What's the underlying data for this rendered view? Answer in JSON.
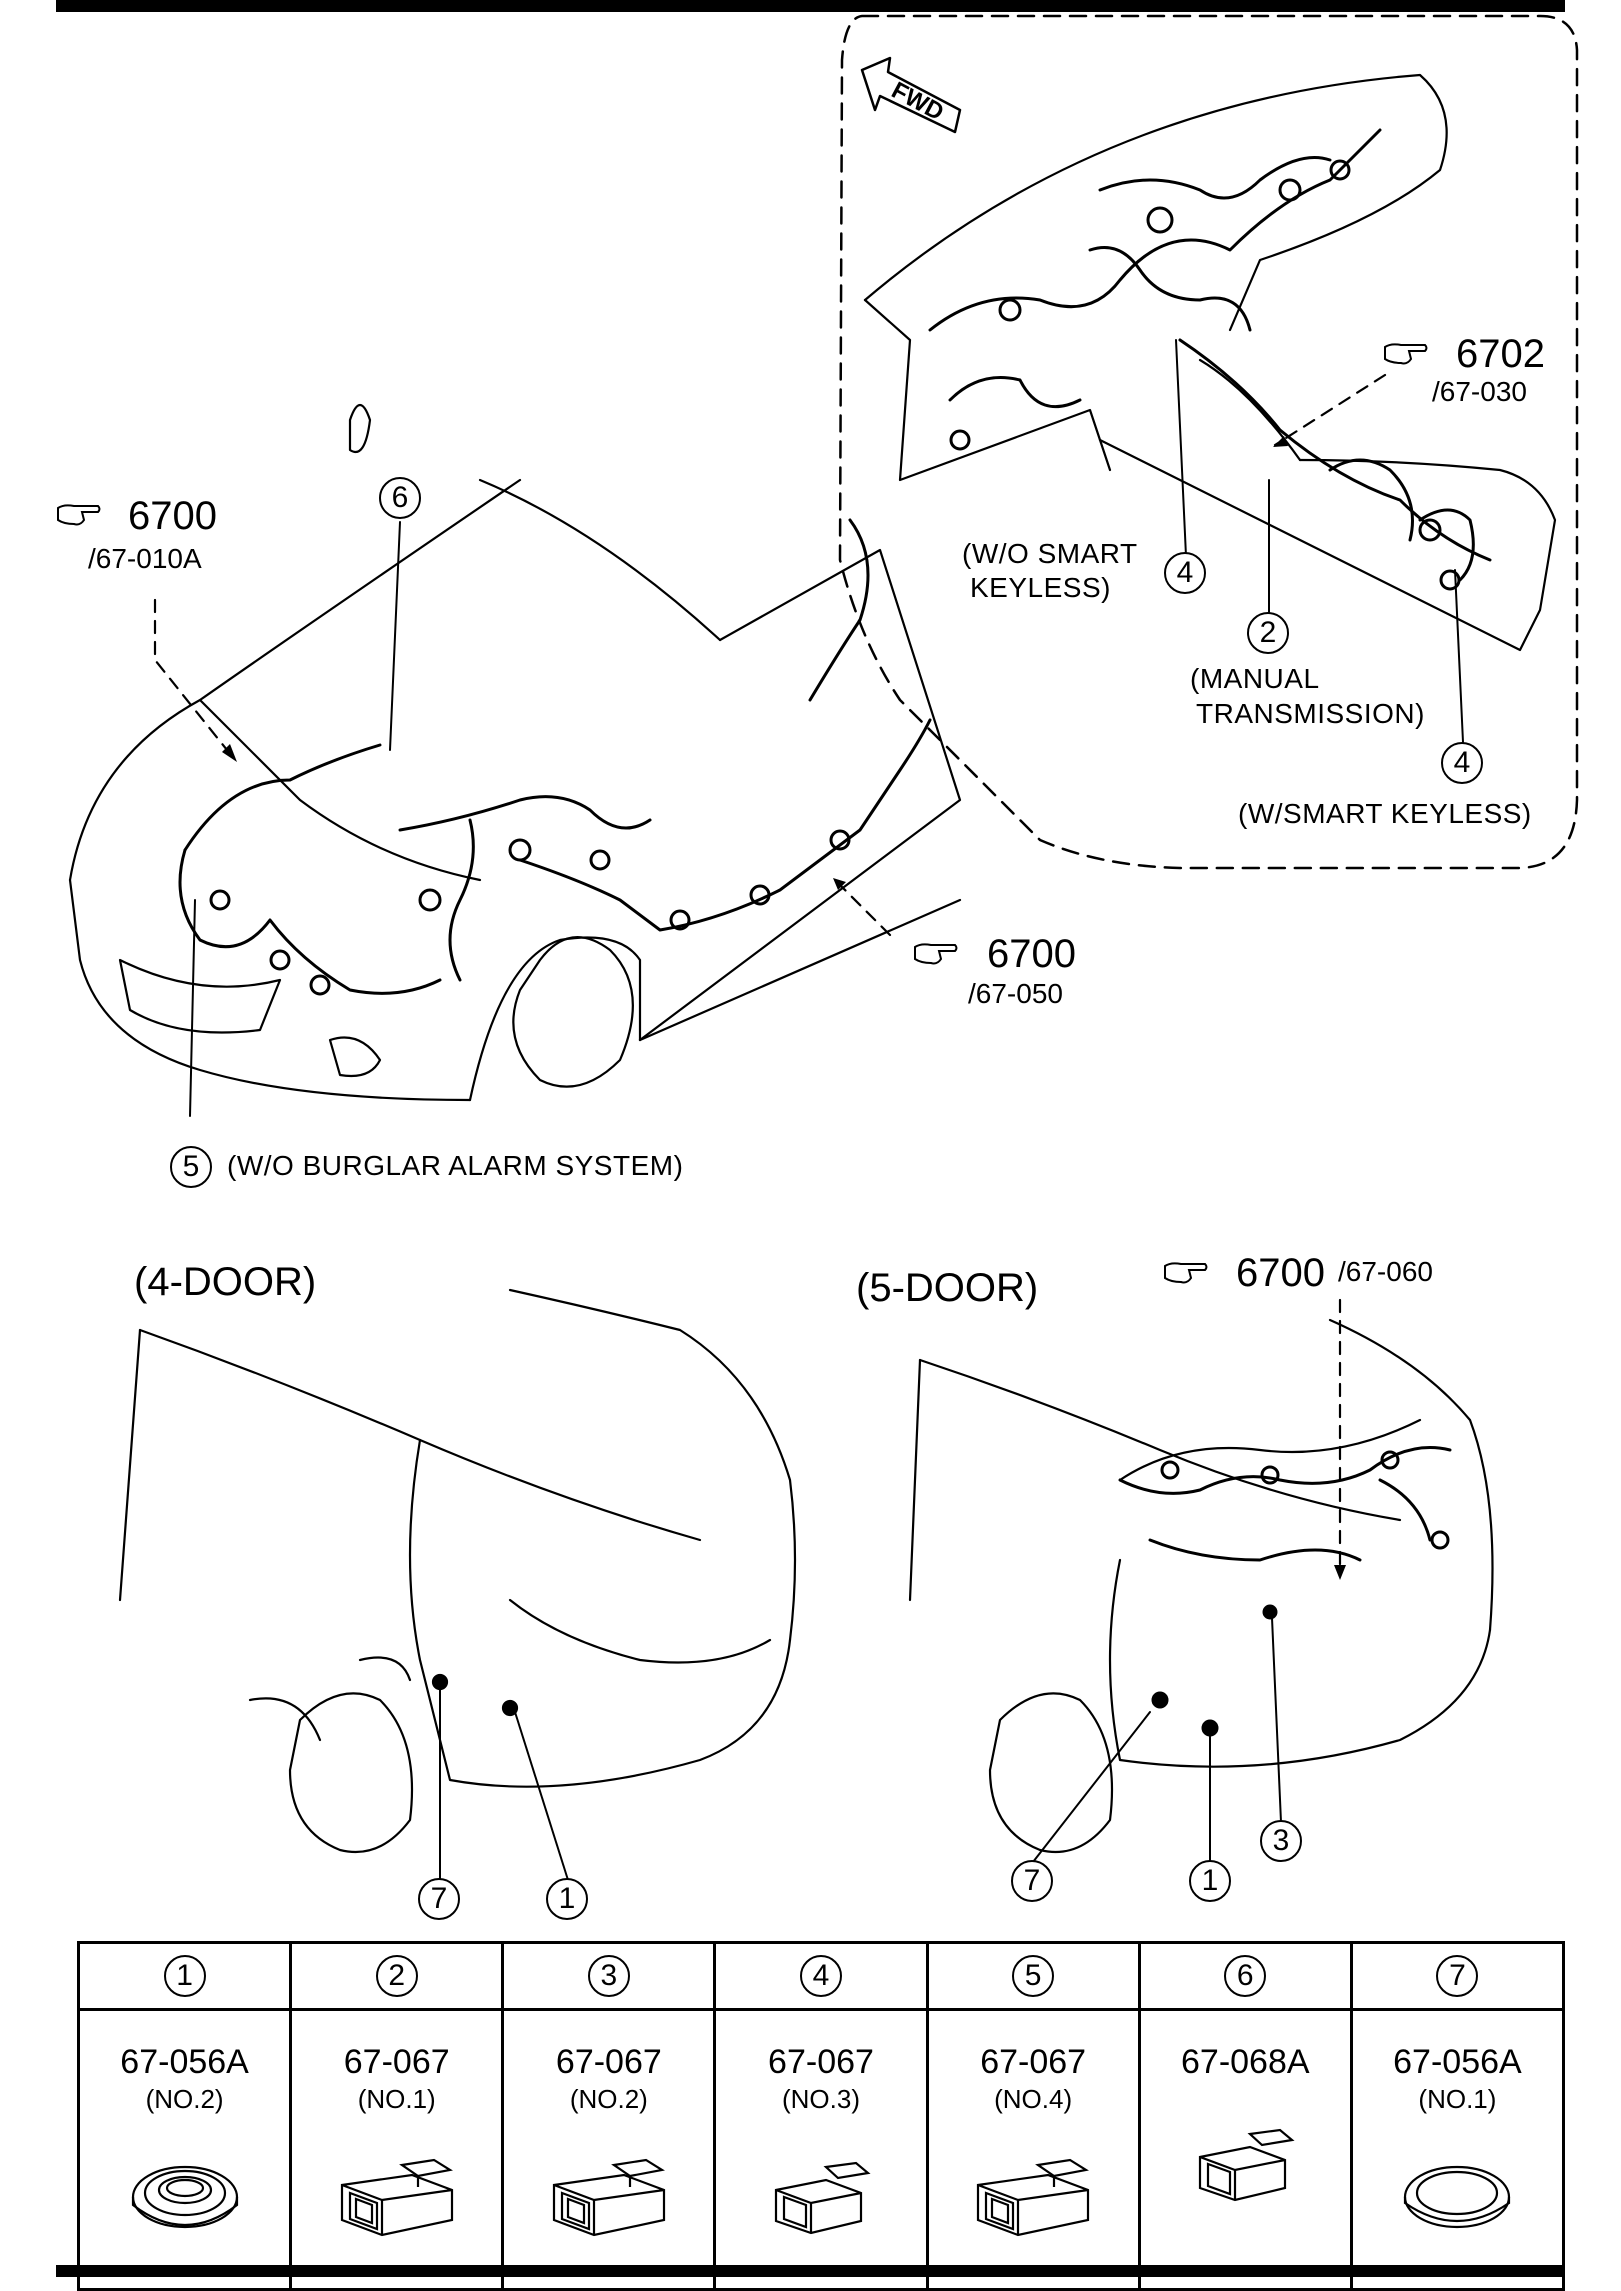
{
  "refs": {
    "upper_left": {
      "num": "6700",
      "code": "/67-010A"
    },
    "upper_right": {
      "num": "6702",
      "code": "/67-030"
    },
    "mid_right": {
      "num": "6700",
      "code": "/67-050"
    },
    "rear": {
      "num": "6700",
      "code": "/67-060"
    }
  },
  "notes": {
    "wo_smart_keyless_1": "(W/O SMART",
    "wo_smart_keyless_2": "KEYLESS)",
    "manual_1": "(MANUAL",
    "manual_2": "TRANSMISSION)",
    "w_smart_keyless": "(W/SMART KEYLESS)",
    "wo_burglar": "(W/O BURGLAR ALARM SYSTEM)",
    "fwd": "FWD"
  },
  "views": {
    "four_door": "(4-DOOR)",
    "five_door": "(5-DOOR)"
  },
  "callouts": {
    "c1": "1",
    "c2": "2",
    "c3": "3",
    "c4": "4",
    "c5": "5",
    "c6": "6",
    "c7": "7"
  },
  "parts": [
    {
      "index": "1",
      "number": "67-056A",
      "note": "(NO.2)",
      "kind": "grommet-ring"
    },
    {
      "index": "2",
      "number": "67-067",
      "note": "(NO.1)",
      "kind": "connector"
    },
    {
      "index": "3",
      "number": "67-067",
      "note": "(NO.2)",
      "kind": "connector"
    },
    {
      "index": "4",
      "number": "67-067",
      "note": "(NO.3)",
      "kind": "connector-small"
    },
    {
      "index": "5",
      "number": "67-067",
      "note": "(NO.4)",
      "kind": "connector"
    },
    {
      "index": "6",
      "number": "67-068A",
      "note": "",
      "kind": "connector-small"
    },
    {
      "index": "7",
      "number": "67-056A",
      "note": "(NO.1)",
      "kind": "grommet-plug"
    }
  ],
  "colors": {
    "ink": "#000000",
    "paper": "#ffffff"
  }
}
